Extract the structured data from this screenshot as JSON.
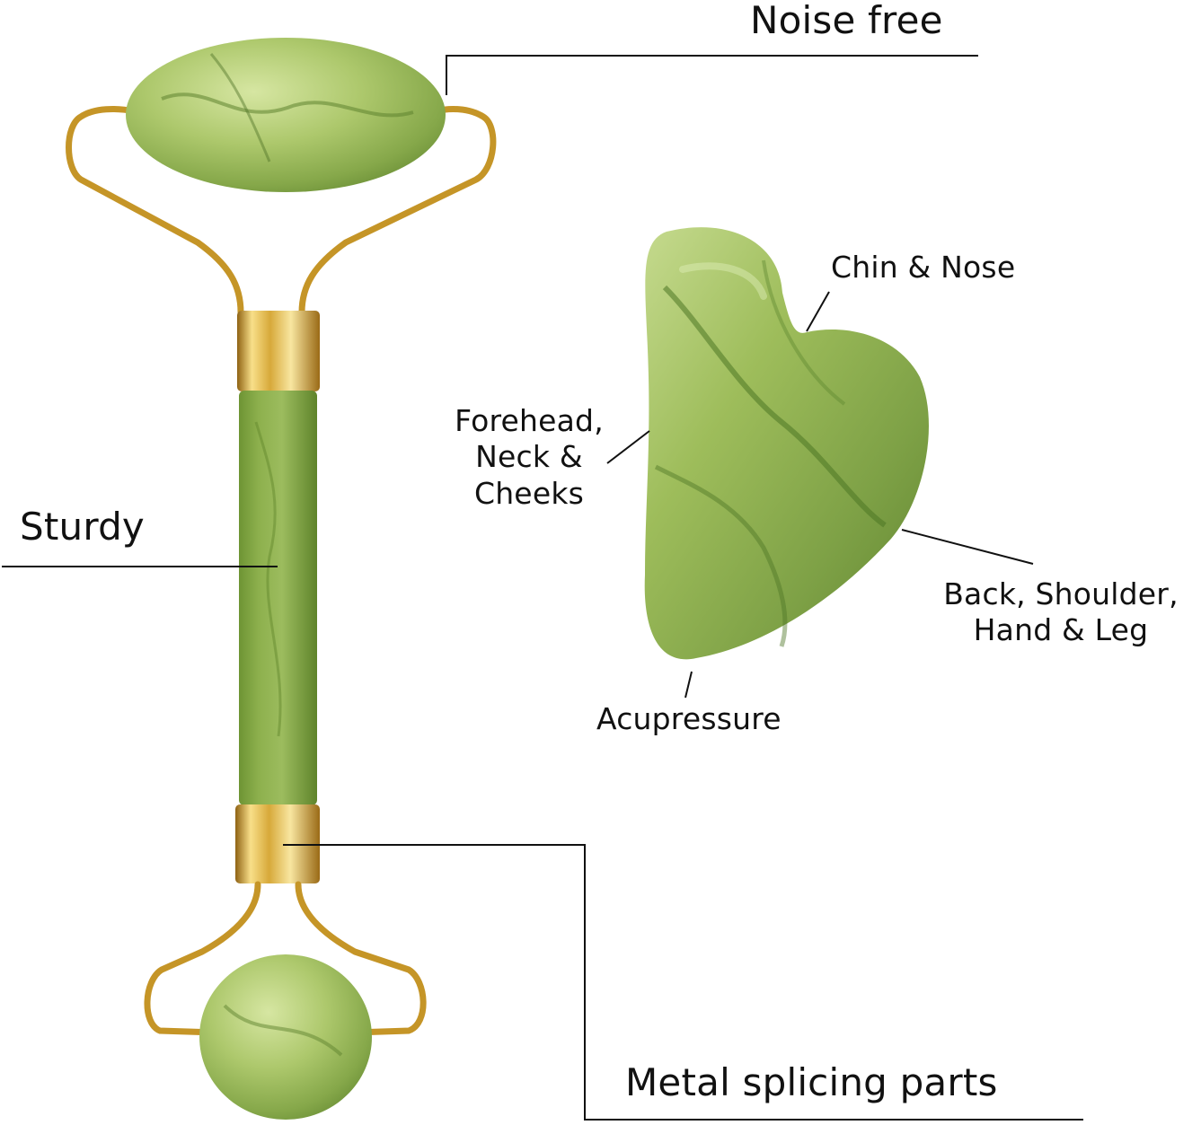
{
  "labels": {
    "noise_free": "Noise free",
    "sturdy": "Sturdy",
    "metal_splicing_parts": "Metal splicing parts",
    "chin_nose": "Chin & Nose",
    "forehead_line1": "Forehead,",
    "forehead_line2": "Neck &",
    "forehead_line3": "Cheeks",
    "back_line1": "Back, Shoulder,",
    "back_line2": "Hand & Leg",
    "acupressure": "Acupressure"
  },
  "colors": {
    "jade_light": "#b7d178",
    "jade_mid": "#8fb04c",
    "jade_dark": "#567f2c",
    "gold_light": "#f8df89",
    "gold_mid": "#d7a93a",
    "gold_dark": "#8f6213",
    "line": "#111111"
  },
  "icons": {
    "roller": "jade-roller-icon",
    "gua_sha": "gua-sha-stone-icon"
  }
}
